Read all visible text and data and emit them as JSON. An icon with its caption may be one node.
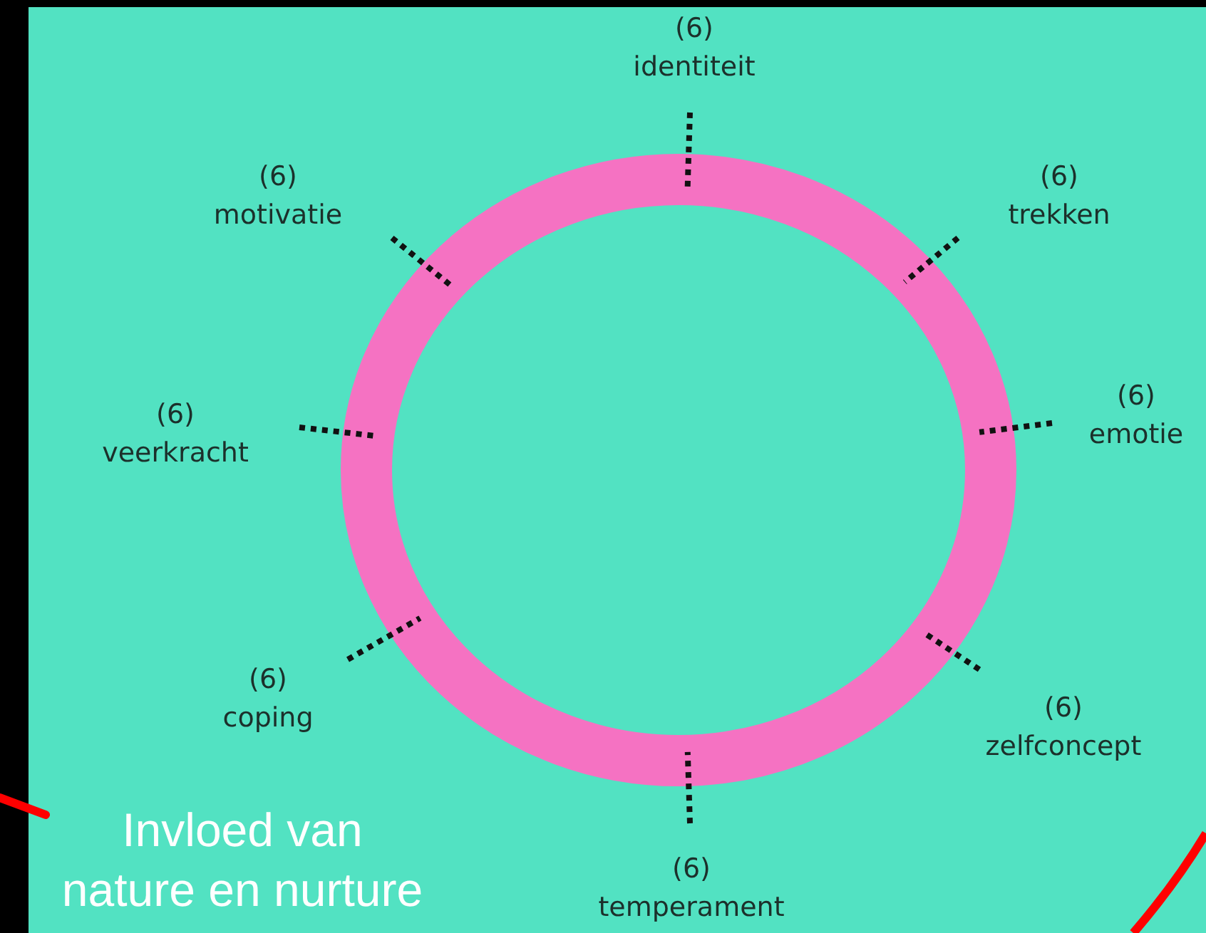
{
  "diagram": {
    "nodes": [
      {
        "text": [],
        "shape": "circle"
      },
      {
        "text": [
          "(6)",
          "identiteit"
        ]
      },
      {
        "text": [
          "(6)",
          "motivatie"
        ]
      },
      {
        "text": [
          "(6)",
          "trekken"
        ]
      },
      {
        "text": [
          "(6)",
          "veerkracht"
        ]
      },
      {
        "text": [
          "(6)",
          "emotie"
        ]
      },
      {
        "text": [
          "(6)",
          "coping"
        ]
      },
      {
        "text": [
          "(6)",
          "zelfconcept"
        ]
      },
      {
        "text": [
          "(6)",
          "temperament"
        ]
      }
    ],
    "edges": [
      {
        "from": 1,
        "to": 0,
        "arrow": "none",
        "style": "dashed"
      },
      {
        "from": 2,
        "to": 0,
        "arrow": "none",
        "style": "dashed"
      },
      {
        "from": 3,
        "to": 0,
        "arrow": "none",
        "style": "dashed"
      },
      {
        "from": 4,
        "to": 0,
        "arrow": "none",
        "style": "dashed"
      },
      {
        "from": 5,
        "to": 0,
        "arrow": "none",
        "style": "dashed"
      },
      {
        "from": 6,
        "to": 0,
        "arrow": "none",
        "style": "dashed"
      },
      {
        "from": 7,
        "to": 0,
        "arrow": "none",
        "style": "dashed"
      },
      {
        "from": 8,
        "to": 0,
        "arrow": "none",
        "style": "dashed"
      }
    ],
    "labels": [
      "Invloed van nature en nurture"
    ]
  }
}
